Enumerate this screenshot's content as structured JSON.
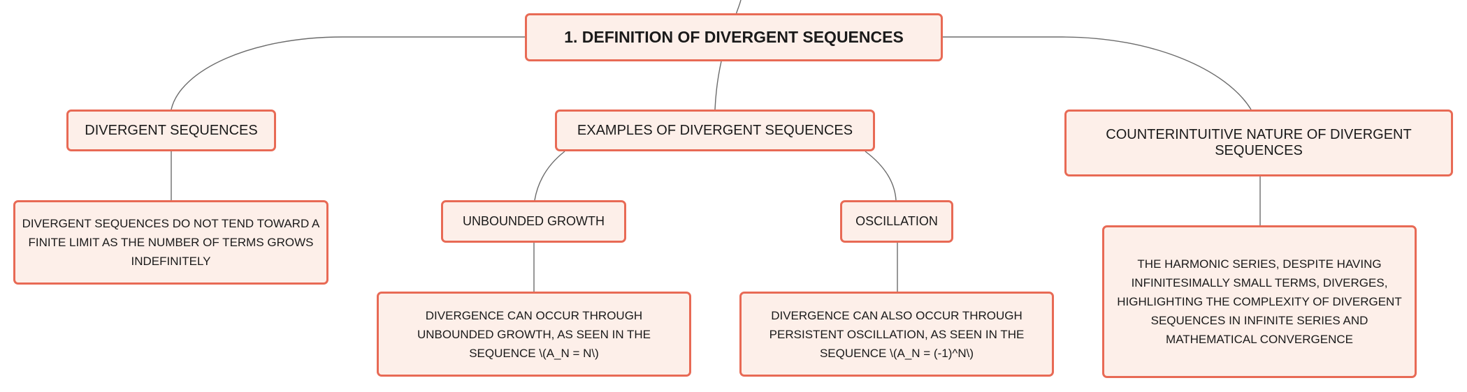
{
  "diagram": {
    "root": {
      "label": "1. DEFINITION OF DIVERGENT SEQUENCES"
    },
    "branches": {
      "divergent_sequences": {
        "label": "DIVERGENT SEQUENCES",
        "detail": "DIVERGENT SEQUENCES DO NOT TEND TOWARD A FINITE LIMIT AS THE NUMBER OF TERMS GROWS INDEFINITELY"
      },
      "examples": {
        "label": "EXAMPLES OF DIVERGENT SEQUENCES",
        "unbounded_growth": {
          "label": "UNBOUNDED GROWTH",
          "detail": "DIVERGENCE CAN OCCUR THROUGH UNBOUNDED GROWTH, AS SEEN IN THE SEQUENCE \\(A_N = N\\)"
        },
        "oscillation": {
          "label": "OSCILLATION",
          "detail": "DIVERGENCE CAN ALSO OCCUR THROUGH PERSISTENT OSCILLATION, AS SEEN IN THE SEQUENCE \\(A_N = (-1)^N\\)"
        }
      },
      "counterintuitive": {
        "label": "COUNTERINTUITIVE NATURE OF DIVERGENT SEQUENCES",
        "detail": "THE HARMONIC SERIES, DESPITE HAVING INFINITESIMALLY SMALL TERMS, DIVERGES, HIGHLIGHTING THE COMPLEXITY OF DIVERGENT SEQUENCES IN INFINITE SERIES AND MATHEMATICAL CONVERGENCE"
      }
    },
    "colors": {
      "node_fill": "#fdefe9",
      "node_border": "#e86a55",
      "connector": "#6b6b6b",
      "text": "#1a1a1a"
    }
  }
}
